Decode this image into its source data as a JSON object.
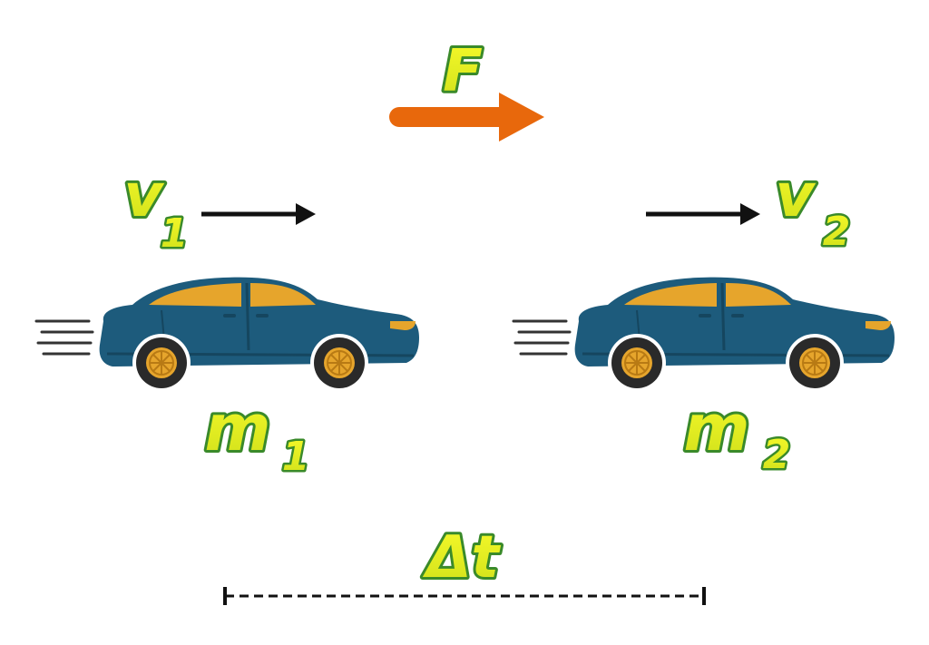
{
  "colors": {
    "force_arrow": "#e8680c",
    "velocity_arrow": "#111111",
    "car_body": "#1d5b7c",
    "car_windows": "#e6a52c",
    "wheel_tire": "#2a2a2a",
    "wheel_rim": "#e6a52c",
    "label_fill": "#e9ef1a",
    "label_outline": "#3a8a2a",
    "timeline": "#111111"
  },
  "labels": {
    "force": {
      "main": "F",
      "sub": ""
    },
    "velocity_before": {
      "main": "v",
      "sub": "1"
    },
    "velocity_after": {
      "main": "v",
      "sub": "2"
    },
    "mass_before": {
      "main": "m",
      "sub": "1"
    },
    "mass_after": {
      "main": "m",
      "sub": "2"
    },
    "time_interval": {
      "main": "Δt",
      "sub": ""
    }
  },
  "icons": {
    "car_before": "car-icon",
    "car_after": "car-icon",
    "force_arrow": "arrow-right-icon",
    "velocity_arrows": "arrow-right-icon",
    "motion_lines": "speed-lines-icon"
  }
}
